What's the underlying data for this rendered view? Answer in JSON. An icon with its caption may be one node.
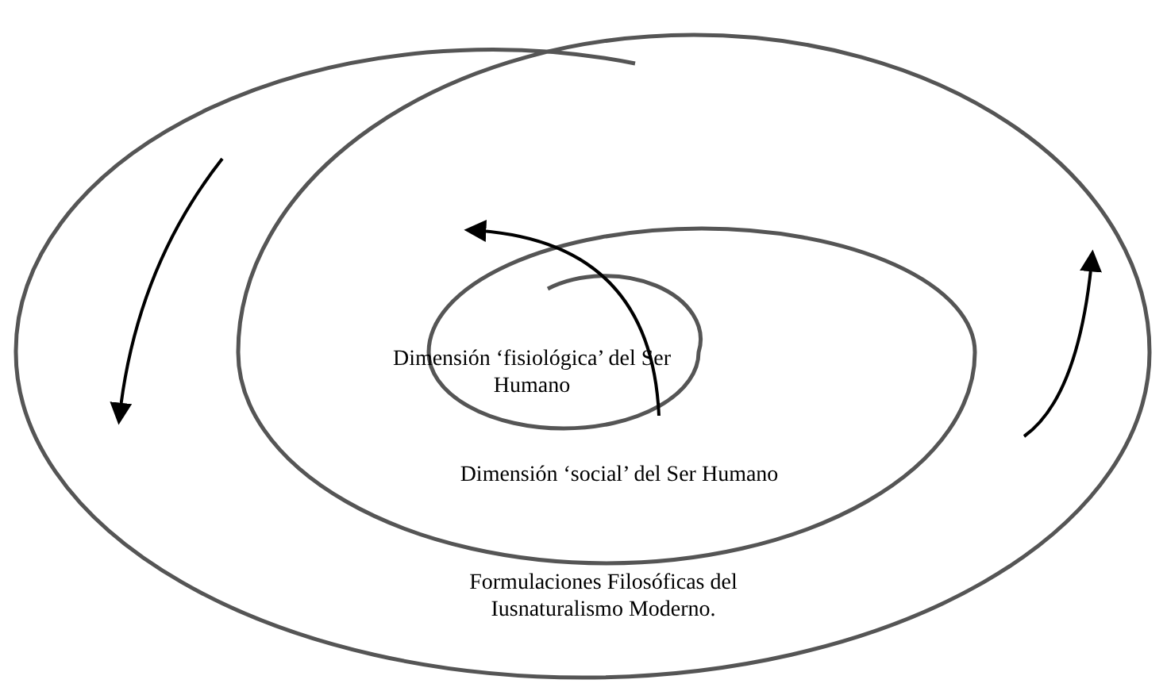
{
  "diagram": {
    "labels": [
      "Dimensión ‘fisiológica’ del Ser Humano",
      "Dimensión ‘social’ del Ser Humano",
      "Formulaciones Filosóficas del Iusnaturalismo Moderno."
    ]
  }
}
